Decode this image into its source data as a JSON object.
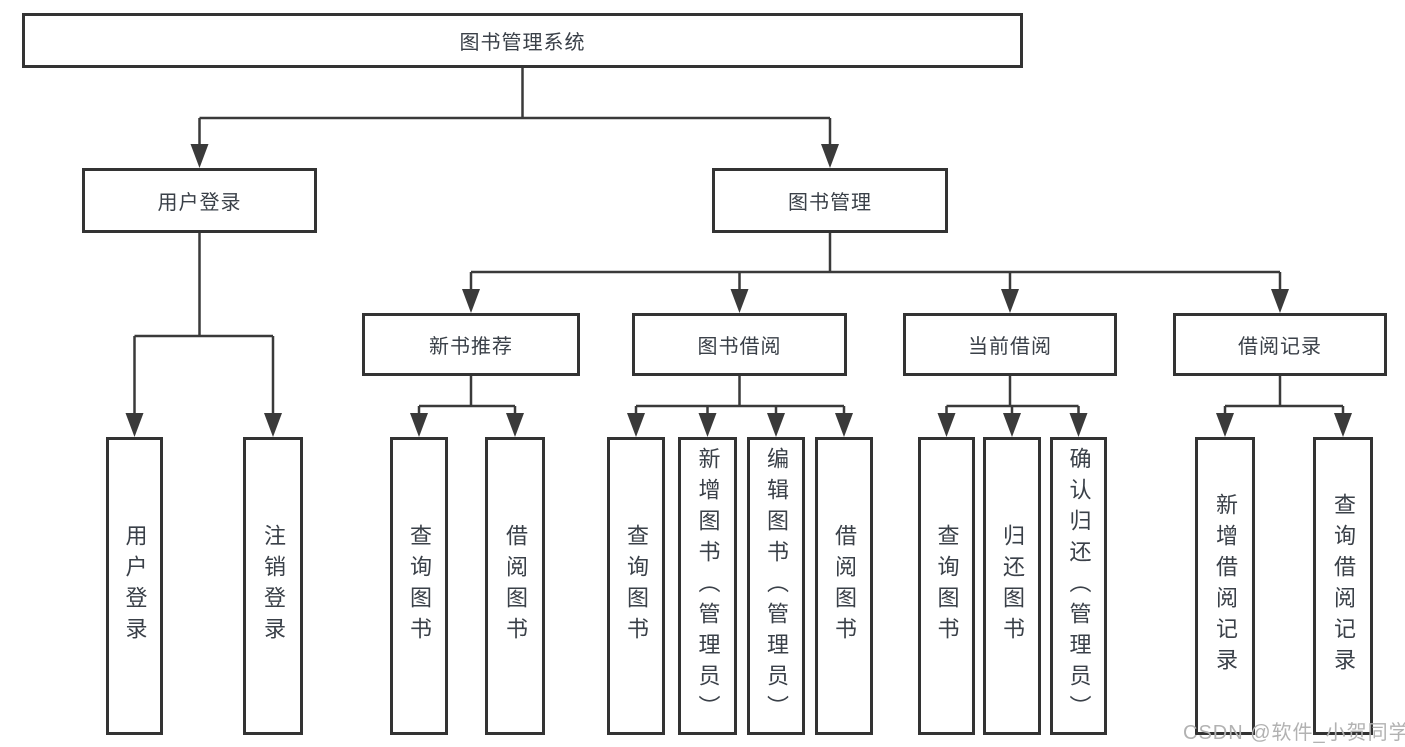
{
  "colors": {
    "line": "#3a3a3a",
    "box_border": "#333333",
    "text": "#3a4048",
    "watermark": "#b2b2b2",
    "background": "#ffffff"
  },
  "tree": {
    "root": {
      "label": "图书管理系统",
      "children": [
        {
          "label": "用户登录",
          "children": [
            {
              "label": "用户登录"
            },
            {
              "label": "注销登录"
            }
          ]
        },
        {
          "label": "图书管理",
          "children": [
            {
              "label": "新书推荐",
              "children": [
                {
                  "label": "查询图书"
                },
                {
                  "label": "借阅图书"
                }
              ]
            },
            {
              "label": "图书借阅",
              "children": [
                {
                  "label": "查询图书"
                },
                {
                  "label": "新增图书（管理员）"
                },
                {
                  "label": "编辑图书（管理员）"
                },
                {
                  "label": "借阅图书"
                }
              ]
            },
            {
              "label": "当前借阅",
              "children": [
                {
                  "label": "查询图书"
                },
                {
                  "label": "归还图书"
                },
                {
                  "label": "确认归还（管理员）"
                }
              ]
            },
            {
              "label": "借阅记录",
              "children": [
                {
                  "label": "新增借阅记录"
                },
                {
                  "label": "查询借阅记录"
                }
              ]
            }
          ]
        }
      ]
    }
  },
  "watermark": {
    "text": "CSDN @软件_小贺同学"
  }
}
